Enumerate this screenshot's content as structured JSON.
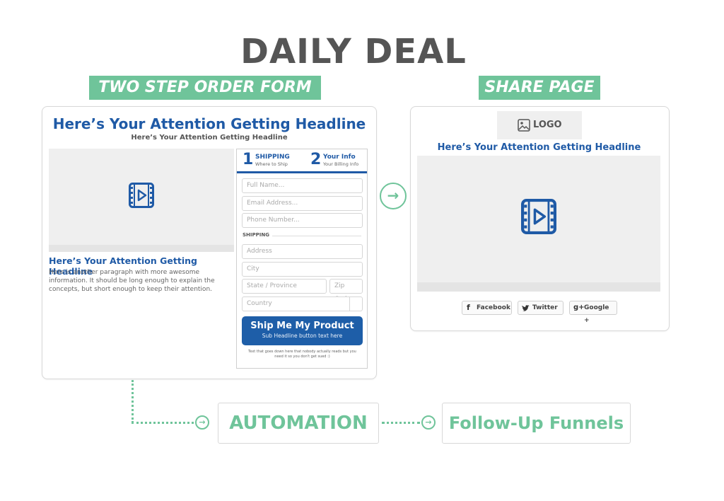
{
  "title": "DAILY DEAL",
  "left_section": {
    "label": "TWO STEP ORDER FORM",
    "headline": "Here’s Your Attention Getting Headline",
    "subheadline": "Here’s Your Attention Getting Headline",
    "content_headline": "Here’s Your Attention Getting Headline",
    "paragraph": "Here is another paragraph with more awesome information.  It should be long enough to explain the concepts, but short enough to keep their attention.",
    "form": {
      "step1_number": "1",
      "step1_title": "SHIPPING",
      "step1_sub": "Where to Ship",
      "step2_number": "2",
      "step2_title": "Your Info",
      "step2_sub": "Your Billing Info",
      "full_name": "Full Name...",
      "email": "Email Address...",
      "phone": "Phone Number...",
      "shipping_label": "SHIPPING",
      "address": "Address",
      "city": "City",
      "state": "State / Province",
      "zip": "Zip Code",
      "country": "Country",
      "button_title": "Ship Me My Product",
      "button_sub": "Sub Headline button text here",
      "fine_print": "Text that goes down here that nobody actually reads but you need it so you don't get sued :)"
    }
  },
  "right_section": {
    "label": "SHARE PAGE",
    "logo_text": "LOGO",
    "headline": "Here’s Your Attention Getting Headline",
    "share_buttons": [
      "Facebook",
      "Twitter",
      "Google +"
    ]
  },
  "flow": {
    "automation": "AUTOMATION",
    "followup": "Follow-Up Funnels"
  },
  "colors": {
    "accent_green": "#6fc49a",
    "headline_blue": "#1f5aa6",
    "button_blue": "#1e5ea8",
    "title_gray": "#555555"
  },
  "icons": [
    "video-play-icon",
    "image-icon",
    "facebook-icon",
    "twitter-icon",
    "google-plus-icon",
    "arrow-right-icon"
  ]
}
